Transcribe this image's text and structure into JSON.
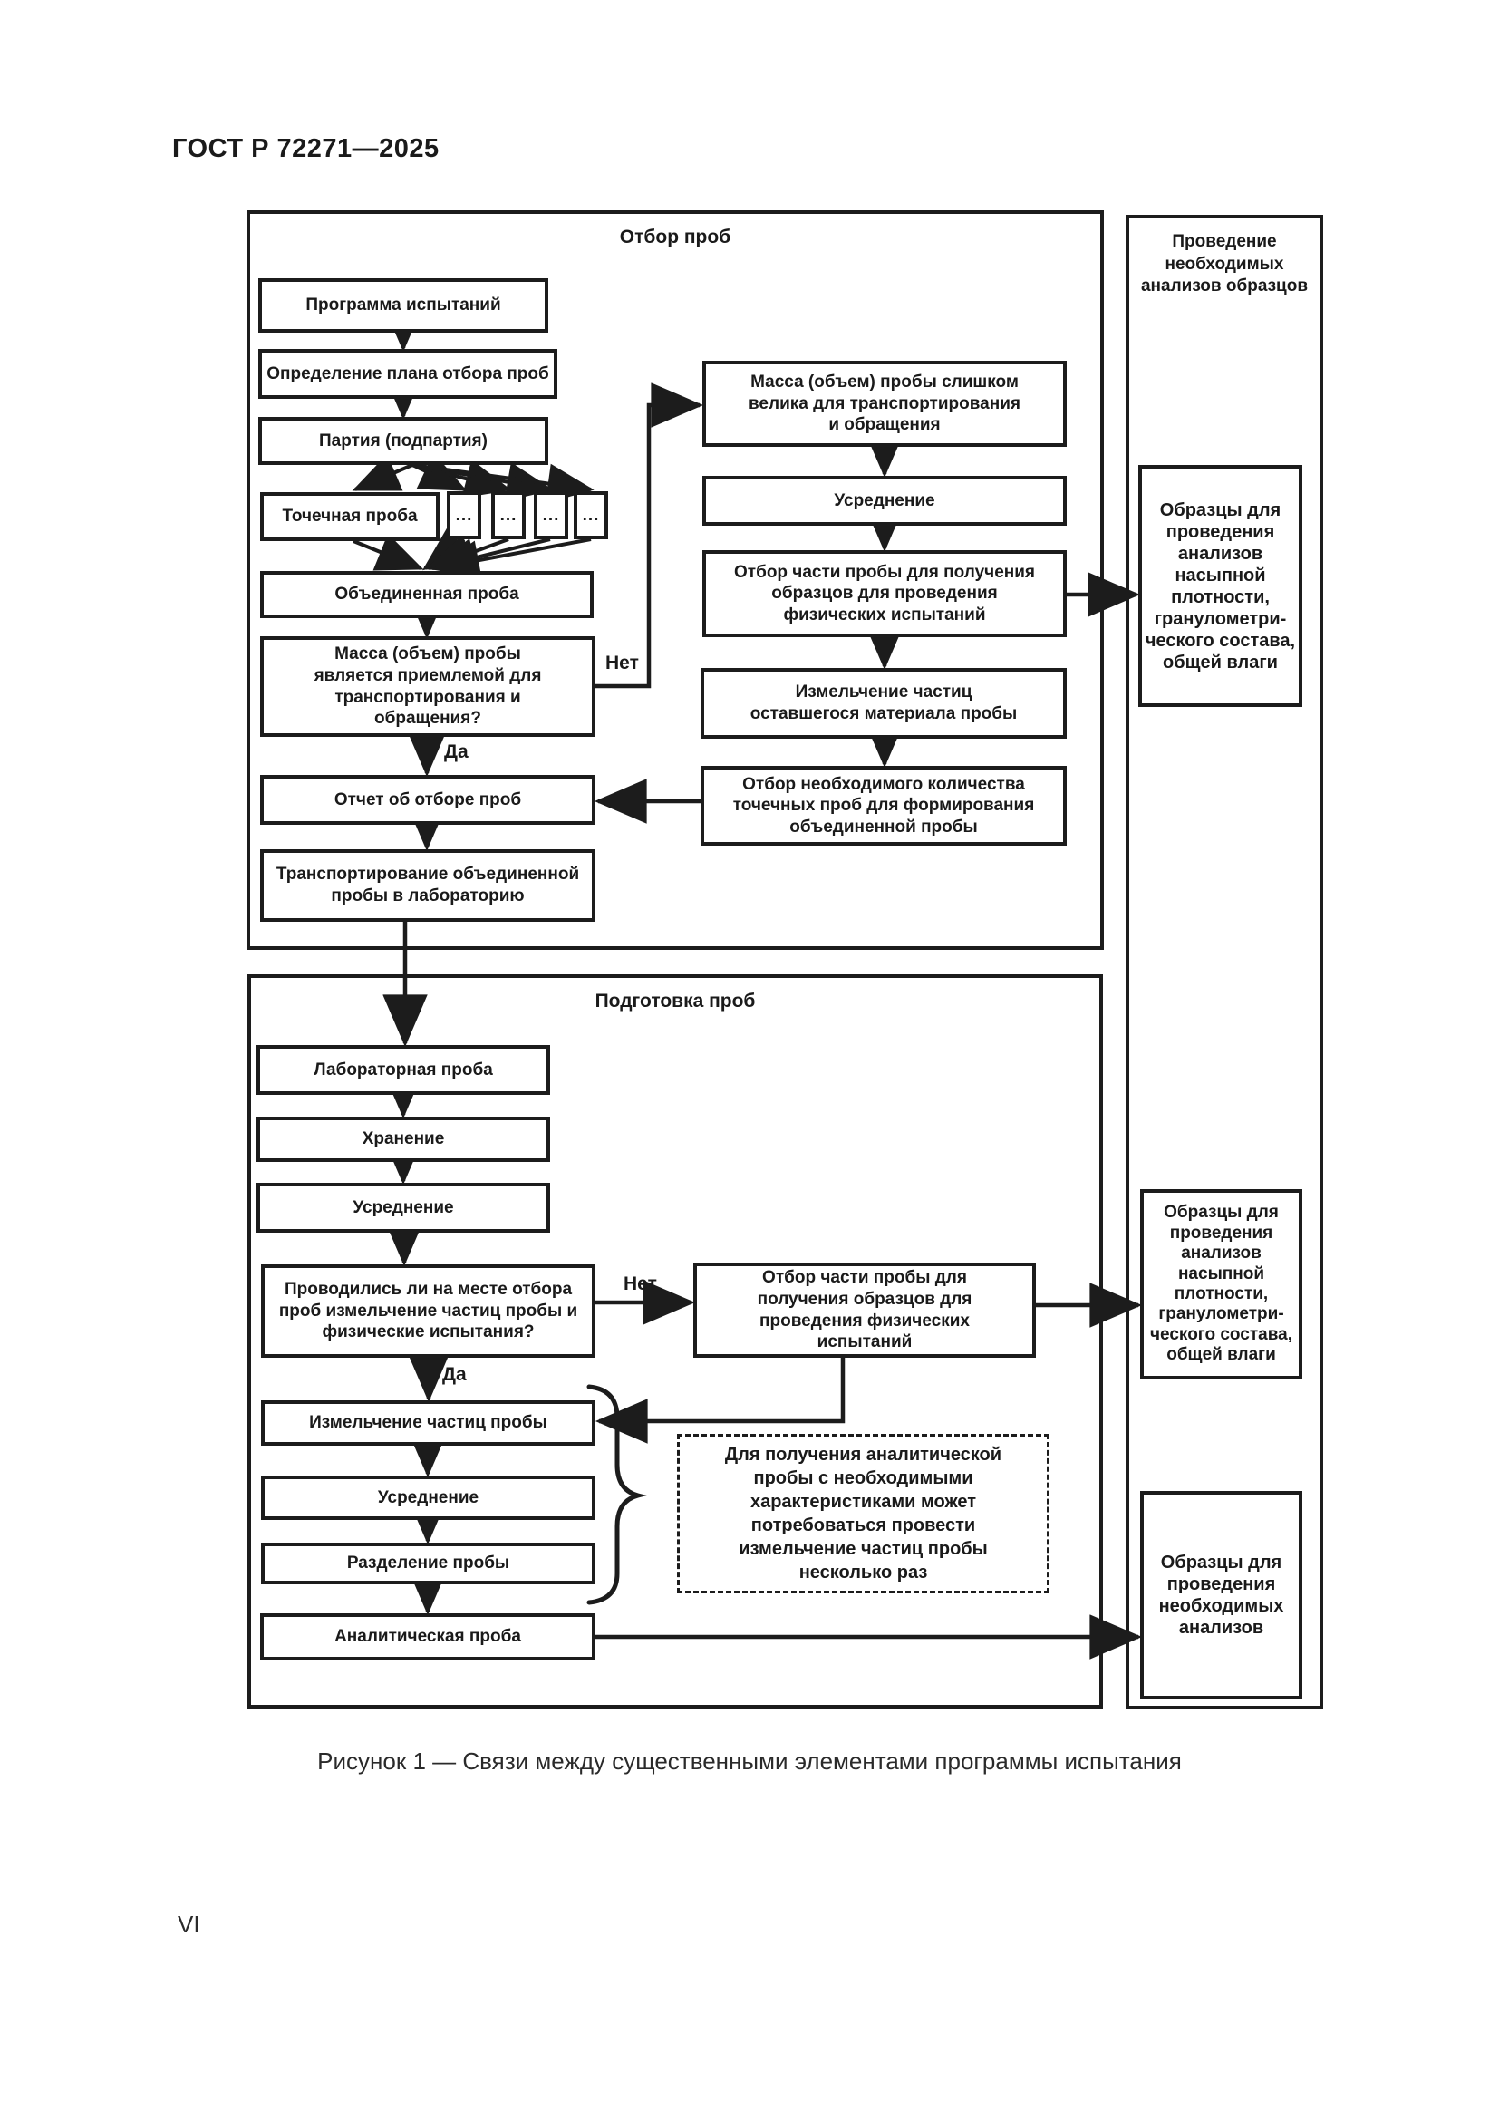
{
  "page": {
    "header": "ГОСТ Р 72271—2025",
    "caption": "Рисунок 1 — Связи между существенными элементами программы испытания",
    "page_number": "VI"
  },
  "diagram": {
    "sections": {
      "sampling": "Отбор проб",
      "preparation": "Подготовка проб",
      "analysis": "Проведение необходимых анализов образцов"
    },
    "labels": {
      "yes": "Да",
      "no": "Нет",
      "dots": "..."
    },
    "boxes": {
      "test_program": "Программа испытаний",
      "sampling_plan": "Определение плана отбора проб",
      "lot": "Партия (подпартия)",
      "increment": "Точечная проба",
      "combined_sample": "Объединенная проба",
      "mass_acceptable_q": "Масса (объем) пробы является приемлемой для транспортирования и обращения?",
      "sampling_report": "Отчет об отборе проб",
      "transport_to_lab": "Транспортирование объединенной пробы в лабораторию",
      "mass_too_large": "Масса (объем) пробы слишком велика для транспортирования и обращения",
      "homogenization": "Усреднение",
      "subsample_physical": "Отбор части пробы для получения образцов для проведения физических испытаний",
      "crush_remaining": "Измельчение частиц оставшегося материала пробы",
      "select_increments": "Отбор необходимого количества точечных проб для формирования объединенной пробы",
      "samples_physical": "Образцы для проведения анализов насыпной плотности, гранулометри-ческого состава, общей влаги",
      "lab_sample": "Лабораторная проба",
      "storage": "Хранение",
      "onsite_q": "Проводились ли на месте отбора проб измельчение частиц пробы и физические испытания?",
      "crush_sample": "Измельчение частиц пробы",
      "divide_sample": "Разделение пробы",
      "analytical_sample": "Аналитическая проба",
      "note": "Для получения аналитической пробы с необходимыми характеристиками может потребоваться провести измельчение частиц пробы несколько раз",
      "samples_required": "Образцы для проведения необходимых анализов"
    }
  }
}
